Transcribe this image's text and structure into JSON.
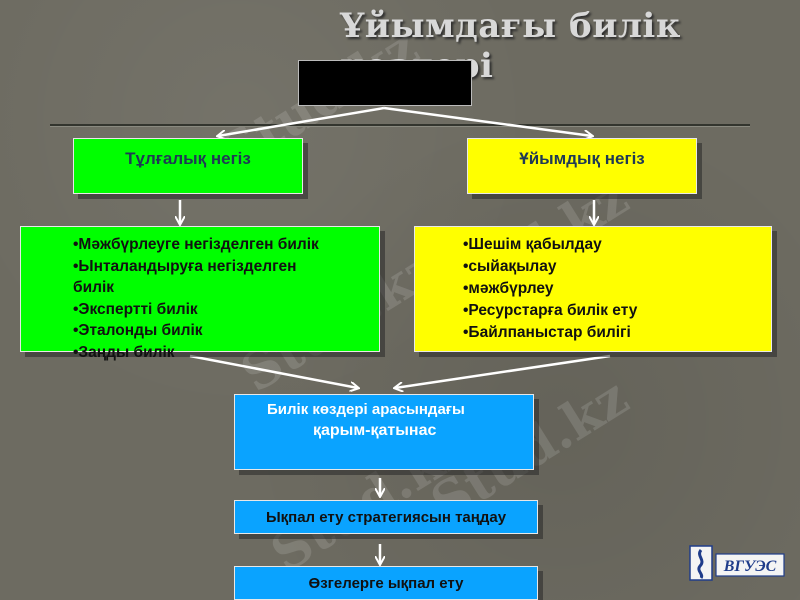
{
  "title": "Ұйымдағы билік көздері",
  "watermark": "Stud.kz",
  "left_head": "Тұлғалық негіз",
  "right_head": "Ұйымдық негіз",
  "left_list": [
    "•Мәжбүрлеуге негізделген билік",
    "•Ынталандыруға негізделген",
    "билік",
    "•Экспертті билік",
    "•Эталонды билік",
    "•Заңды билік"
  ],
  "right_list": [
    "•Шешім қабылдау",
    "•сыйақылау",
    "•мәжбүрлеу",
    "•Ресурстарға билік ету",
    "•Байлпаныстар билігі"
  ],
  "relation_line1": "Билік көздері арасындағы",
  "relation_line2": "қарым-қатынас",
  "strategy": "Ықпал ету стратегиясын таңдау",
  "influence": "Өзгелерге ықпал ету",
  "logo_text": "ВГУЭС",
  "colors": {
    "green": "#00ff00",
    "yellow": "#ffff00",
    "blue": "#0aa3ff",
    "background": "#6d6b61"
  }
}
